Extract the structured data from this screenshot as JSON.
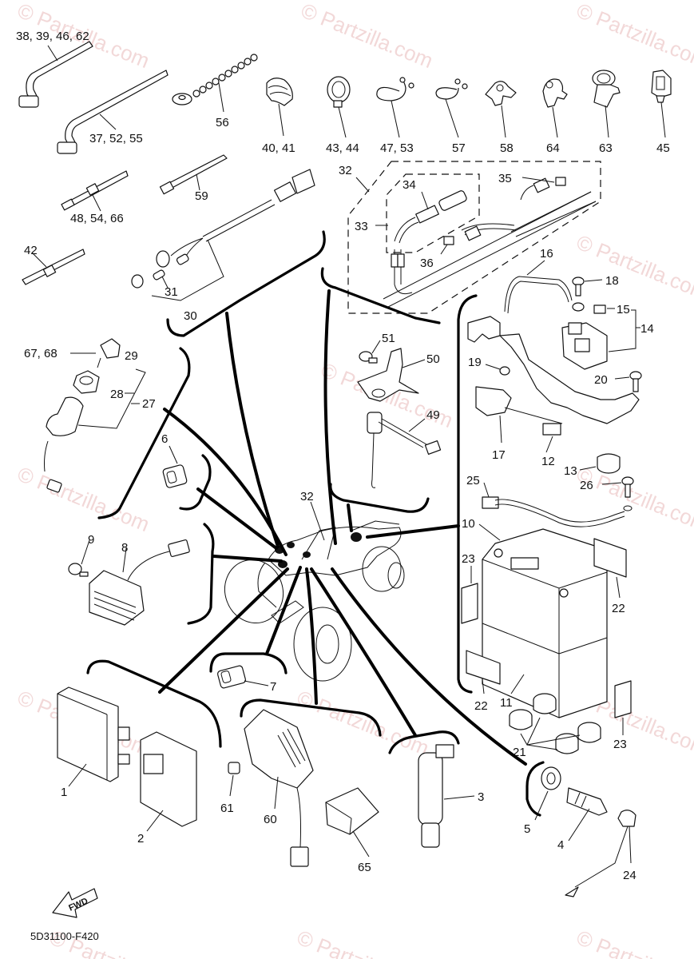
{
  "diagram": {
    "title_code": "5D31100-F420",
    "fwd_label": "FWD",
    "watermark": "© Partzilla.com",
    "callouts": {
      "c38_39_46_62": "38, 39, 46, 62",
      "c37_52_55": "37, 52, 55",
      "c56": "56",
      "c40_41": "40, 41",
      "c43_44": "43, 44",
      "c47_53": "47, 53",
      "c57": "57",
      "c58": "58",
      "c64": "64",
      "c63": "63",
      "c45": "45",
      "c48_54_66": "48, 54, 66",
      "c59": "59",
      "c42": "42",
      "c31": "31",
      "c30": "30",
      "c32_top": "32",
      "c33": "33",
      "c34": "34",
      "c35": "35",
      "c36": "36",
      "c16": "16",
      "c18": "18",
      "c15": "15",
      "c14": "14",
      "c19": "19",
      "c20": "20",
      "c17": "17",
      "c12": "12",
      "c13": "13",
      "c26": "26",
      "c25": "25",
      "c10": "10",
      "c23_left": "23",
      "c22_right": "22",
      "c22_left": "22",
      "c11": "11",
      "c21": "21",
      "c23_right": "23",
      "c67_68": "67, 68",
      "c29": "29",
      "c28": "28",
      "c27": "27",
      "c6": "6",
      "c51": "51",
      "c50": "50",
      "c49": "49",
      "c32_center": "32",
      "c9": "9",
      "c8": "8",
      "c7": "7",
      "c1": "1",
      "c2": "2",
      "c61": "61",
      "c60": "60",
      "c65": "65",
      "c3": "3",
      "c5": "5",
      "c4": "4",
      "c24": "24"
    }
  }
}
